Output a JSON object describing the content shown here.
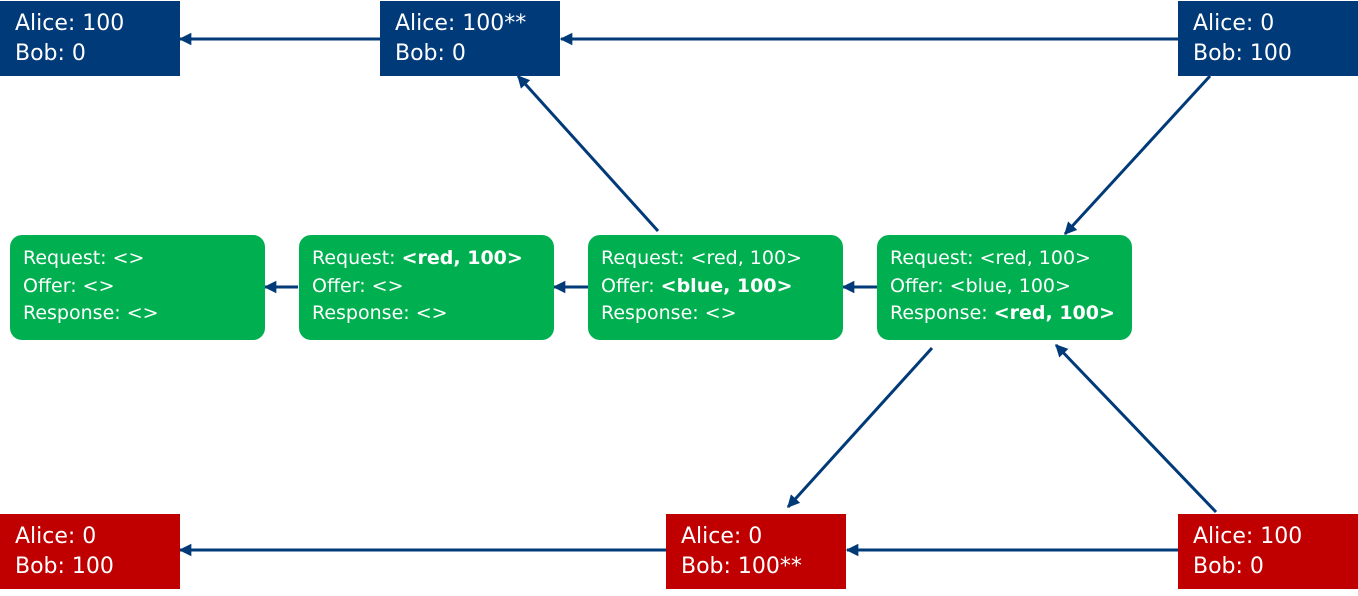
{
  "colors": {
    "blue_state": "#003a78",
    "red_state": "#c00000",
    "state_node": "#00b050",
    "arrow": "#003a78"
  },
  "ledgers": {
    "blue": [
      {
        "alice": "Alice: 100",
        "bob": "Bob: 0"
      },
      {
        "alice": "Alice: 100**",
        "bob": "Bob: 0"
      },
      {
        "alice": "Alice: 0",
        "bob": "Bob: 100"
      }
    ],
    "red": [
      {
        "alice": "Alice: 0",
        "bob": "Bob: 100"
      },
      {
        "alice": "Alice: 0",
        "bob": "Bob: 100**"
      },
      {
        "alice": "Alice: 100",
        "bob": "Bob: 0"
      }
    ]
  },
  "states": [
    {
      "request_label": "Request: ",
      "request_value": "<>",
      "offer_label": "Offer: ",
      "offer_value": "<>",
      "response_label": "Response: ",
      "response_value": "<>"
    },
    {
      "request_label": "Request: ",
      "request_value": "<red, 100>",
      "offer_label": "Offer: ",
      "offer_value": "<>",
      "response_label": "Response: ",
      "response_value": "<>"
    },
    {
      "request_label": "Request: ",
      "request_value": "<red, 100>",
      "offer_label": "Offer: ",
      "offer_value": "<blue, 100>",
      "response_label": "Response: ",
      "response_value": "<>"
    },
    {
      "request_label": "Request: ",
      "request_value": "<red, 100>",
      "offer_label": "Offer: ",
      "offer_value": "<blue, 100>",
      "response_label": "Response: ",
      "response_value": "<red, 100>"
    }
  ]
}
